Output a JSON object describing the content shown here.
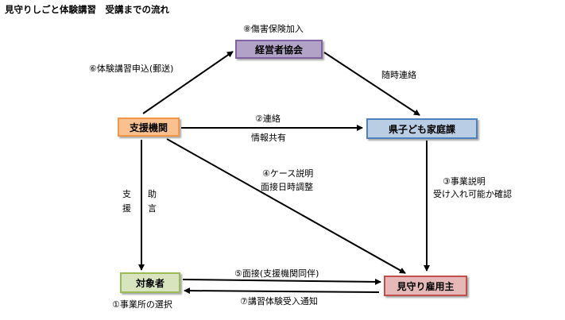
{
  "title": "見守りしごと体験講習　受講までの流れ",
  "nodes": {
    "keieisha": "経営者協会",
    "shien": "支援機関",
    "kodomo": "県子ども家庭課",
    "taisho": "対象者",
    "koyo": "見守り雇用主"
  },
  "labels": {
    "hoken": "⑧傷害保険加入",
    "moushikomi": "⑥体験講習申込(郵送)",
    "zuiji": "随時連絡",
    "renraku": "②連絡",
    "joho": "情報共有",
    "case": "④ケース説明",
    "mensetsu_nichiji": "面接日時調整",
    "jigyo": "③事業説明",
    "ukeire": "受け入れ可能か確認",
    "shien_v": "支援",
    "jogen_v": "助言",
    "mensetsu": "⑤面接(支援機関同伴)",
    "tsuchi": "⑦講習体験受入通知",
    "sentaku": "①事業所の選択"
  },
  "colors": {
    "keieisha_fill": "#b3a2c7",
    "keieisha_border": "#8064a2",
    "shien_fill": "#fac090",
    "shien_border": "#f79646",
    "kodomo_fill": "#b9cde5",
    "kodomo_border": "#4f81bd",
    "taisho_fill": "#d7e4bd",
    "taisho_border": "#9bbb59",
    "koyo_fill": "#e6b9b8",
    "koyo_border": "#c0504d"
  }
}
